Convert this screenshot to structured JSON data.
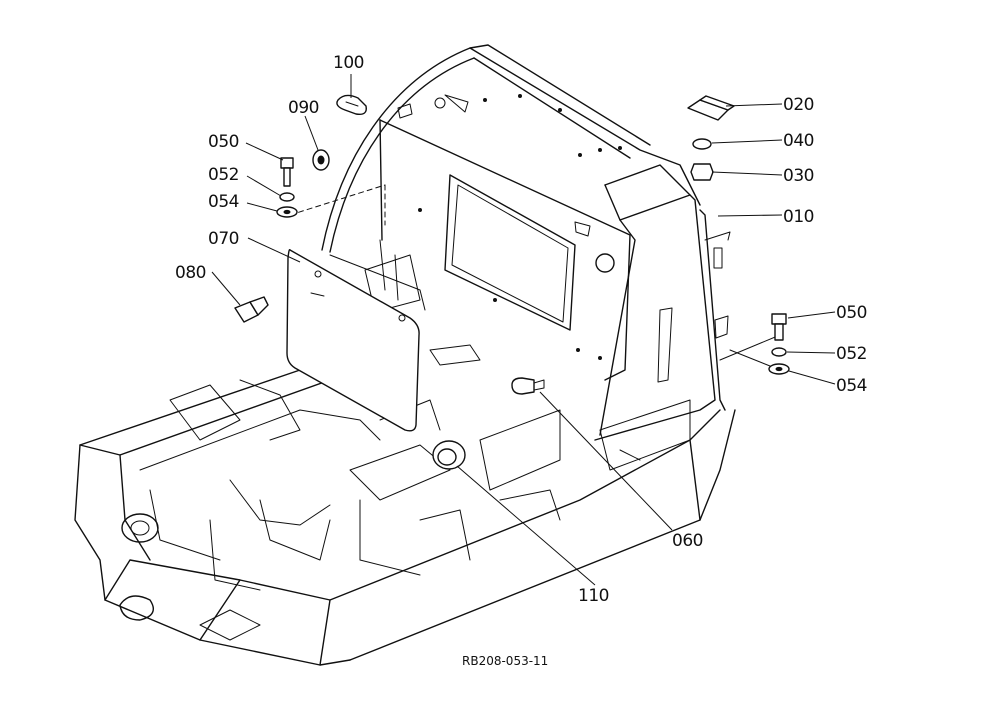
{
  "callouts": [
    {
      "id": "part-100",
      "label": "100"
    },
    {
      "id": "part-090",
      "label": "090"
    },
    {
      "id": "part-050-left",
      "label": "050"
    },
    {
      "id": "part-052-left",
      "label": "052"
    },
    {
      "id": "part-054-left",
      "label": "054"
    },
    {
      "id": "part-070",
      "label": "070"
    },
    {
      "id": "part-080",
      "label": "080"
    },
    {
      "id": "part-020",
      "label": "020"
    },
    {
      "id": "part-040",
      "label": "040"
    },
    {
      "id": "part-030",
      "label": "030"
    },
    {
      "id": "part-010",
      "label": "010"
    },
    {
      "id": "part-050-right",
      "label": "050"
    },
    {
      "id": "part-052-right",
      "label": "052"
    },
    {
      "id": "part-054-right",
      "label": "054"
    },
    {
      "id": "part-060",
      "label": "060"
    },
    {
      "id": "part-110",
      "label": "110"
    }
  ],
  "drawing_id": "RB208-053-11",
  "colors": {
    "ink": "#111111",
    "paper": "#ffffff"
  }
}
